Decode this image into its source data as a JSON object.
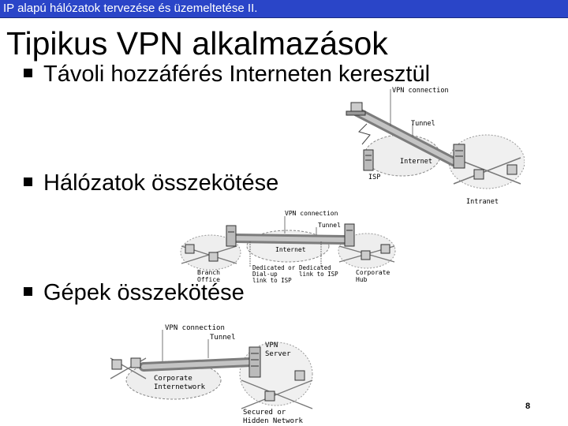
{
  "header": {
    "text": "IP alapú hálózatok tervezése és üzemeltetése II."
  },
  "slide": {
    "title": "Tipikus VPN alkalmazások",
    "bullets": [
      "Távoli hozzáférés Interneten keresztül",
      "Hálózatok összekötése",
      "Gépek összekötése"
    ],
    "page_number": "8"
  },
  "diagram_remote": {
    "vpn_connection": "VPN connection",
    "tunnel": "Tunnel",
    "internet": "Internet",
    "isp": "ISP",
    "intranet": "Intranet"
  },
  "diagram_networks": {
    "vpn_connection": "VPN connection",
    "tunnel": "Tunnel",
    "internet": "Internet",
    "branch_office": [
      "Branch",
      "Office"
    ],
    "dedicated_dialup": [
      "Dedicated or",
      "Dial-up",
      "link to ISP"
    ],
    "dedicated_link": [
      "Dedicated",
      "link to ISP"
    ],
    "corporate_hub": [
      "Corporate",
      "Hub"
    ]
  },
  "diagram_hosts": {
    "vpn_connection": "VPN connection",
    "tunnel": "Tunnel",
    "vpn_server": [
      "VPN",
      "Server"
    ],
    "corporate_internetwork": [
      "Corporate",
      "Internetwork"
    ],
    "secured_network": [
      "Secured or",
      "Hidden Network"
    ]
  }
}
